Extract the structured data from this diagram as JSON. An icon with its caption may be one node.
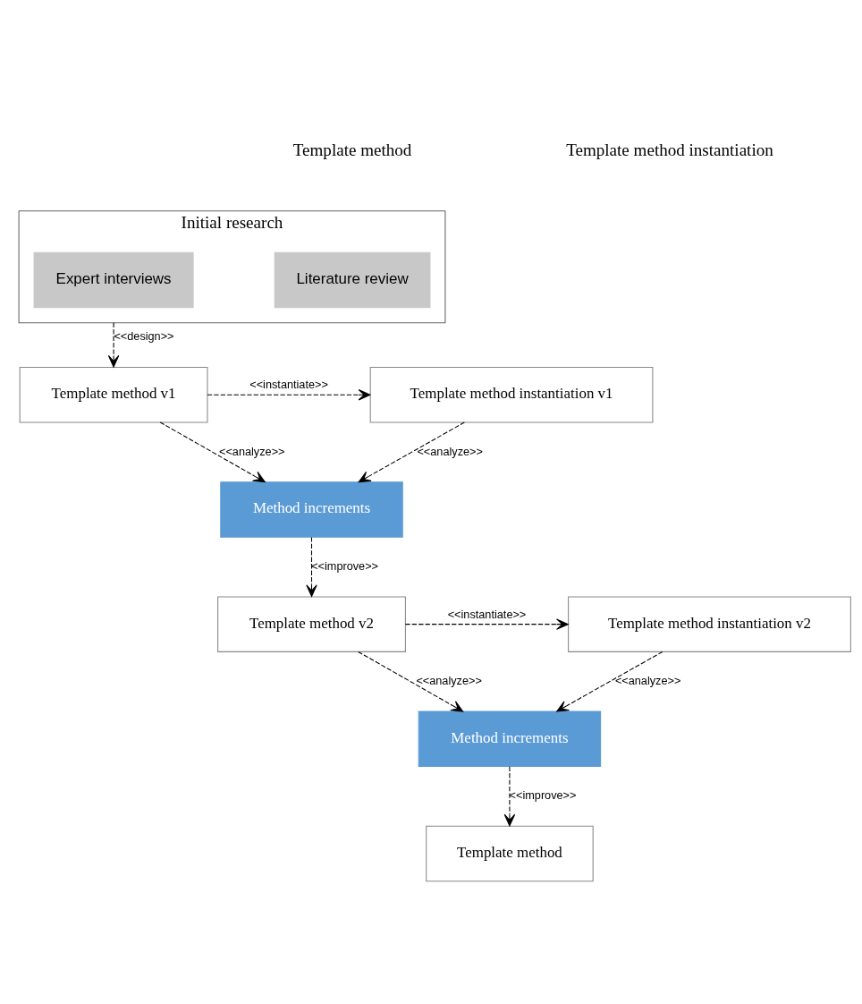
{
  "diagram": {
    "nodes": [
      {
        "text": [
          "Initial research"
        ]
      },
      {
        "text": [
          "Literature review"
        ],
        "in": 0
      },
      {
        "text": [
          "Expert interviews"
        ],
        "in": 0
      },
      {
        "text": [
          "Template method v1"
        ]
      },
      {
        "text": [
          "Template method instantiation v1"
        ]
      },
      {
        "text": [
          "Method increments"
        ]
      },
      {
        "text": [
          "Template method v2"
        ]
      },
      {
        "text": [
          "Template method instantiation v2"
        ]
      },
      {
        "text": [
          "Method increments"
        ]
      },
      {
        "text": [
          "Template method"
        ]
      }
    ],
    "edges": [
      {
        "from": 0,
        "to": 3,
        "arrow": "to",
        "label": "<<design>>",
        "style": "dashed"
      },
      {
        "from": 3,
        "to": 4,
        "arrow": "to",
        "label": "<<instantiate>>",
        "style": "dashed"
      },
      {
        "from": 3,
        "to": 5,
        "arrow": "to",
        "label": "<<analyze>>",
        "style": "dashed"
      },
      {
        "from": 4,
        "to": 5,
        "arrow": "to",
        "label": "<<analyze>>",
        "style": "dashed"
      },
      {
        "from": 5,
        "to": 6,
        "arrow": "to",
        "label": "<<improve>>",
        "style": "dashed"
      },
      {
        "from": 6,
        "to": 7,
        "arrow": "to",
        "label": "<<instantiate>>",
        "style": "dashed"
      },
      {
        "from": 6,
        "to": 8,
        "arrow": "to",
        "label": "<<analyze>>",
        "style": "dashed"
      },
      {
        "from": 7,
        "to": 8,
        "arrow": "to",
        "label": "<<analyze>>",
        "style": "dashed"
      },
      {
        "from": 8,
        "to": 9,
        "arrow": "to",
        "label": "<<improve>>",
        "style": "dashed"
      }
    ],
    "labels": [
      "Template method",
      "Template method instantiation"
    ]
  }
}
